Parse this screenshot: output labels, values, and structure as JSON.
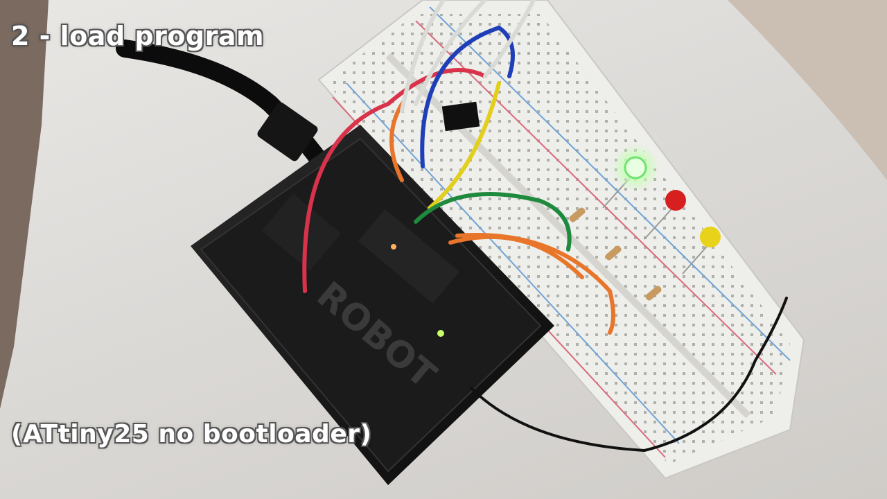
{
  "overlay": {
    "step_title": "2 - load program",
    "chip_note": "(ATtiny25 no bootloader)"
  },
  "photo": {
    "board_brand": "ROBOT",
    "colors": {
      "background": "#dddbd8",
      "board": "#141414",
      "breadboard": "#eeeeea",
      "wire_red": "#d8334a",
      "wire_blue": "#1f3fb8",
      "wire_yellow": "#e2cf1c",
      "wire_green": "#1f8a3e",
      "wire_orange": "#e8752a",
      "wire_white": "#d9d9d6",
      "wire_black": "#111111",
      "led_green": "#c8ffb8",
      "led_red": "#d81f1f",
      "led_yellow": "#e8d21a"
    }
  }
}
